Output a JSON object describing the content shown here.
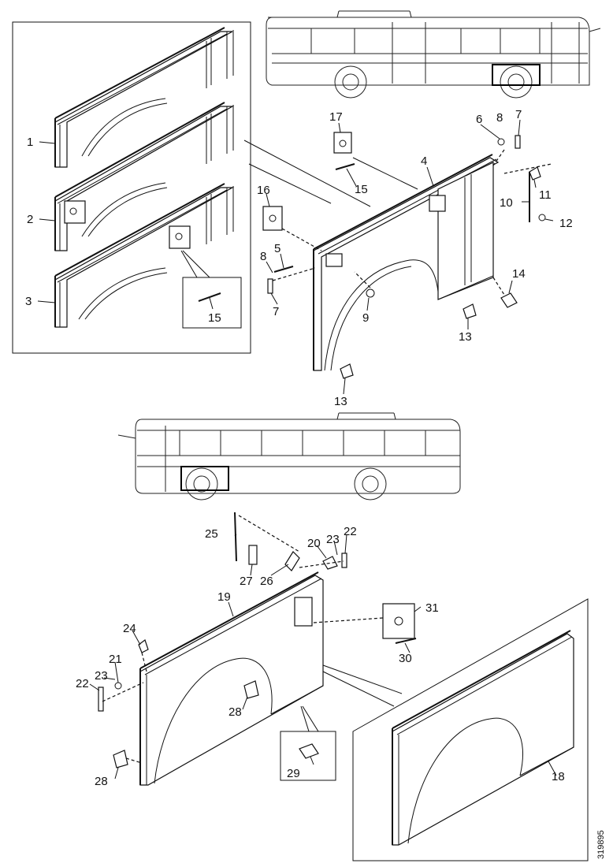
{
  "part_labels": [
    "1",
    "2",
    "3",
    "4",
    "5",
    "6",
    "7",
    "8",
    "9",
    "10",
    "11",
    "12",
    "13",
    "14",
    "15",
    "16",
    "17",
    "18",
    "19",
    "20",
    "21",
    "22",
    "23",
    "24",
    "25",
    "26",
    "27",
    "28",
    "29",
    "30",
    "31"
  ],
  "reference_code": "319895"
}
